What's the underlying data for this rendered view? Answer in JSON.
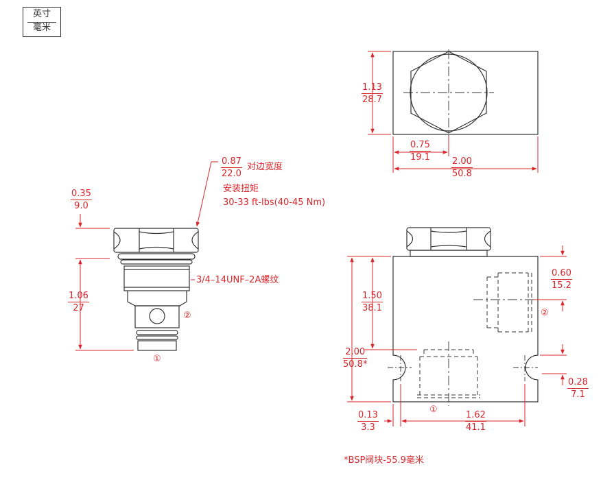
{
  "units": {
    "top": "英寸",
    "bottom": "毫米"
  },
  "labels": {
    "hex_width": {
      "inch": "0.87",
      "mm": "22.0",
      "text": "对边宽度"
    },
    "torque_title": "安装扭矩",
    "torque_value": "30-33 ft-lbs(40-45 Nm)",
    "hex_height": {
      "inch": "0.35",
      "mm": "9.0"
    },
    "body_length": {
      "inch": "1.06",
      "mm": "27"
    },
    "thread": "3/4–14UNF–2A螺纹",
    "port1": "①",
    "port2": "②",
    "block_depth": {
      "inch": "1.13",
      "mm": "28.7"
    },
    "block_half_width": {
      "inch": "0.75",
      "mm": "19.1"
    },
    "block_width": {
      "inch": "2.00",
      "mm": "50.8"
    },
    "block_cav_depth": {
      "inch": "1.50",
      "mm": "38.1"
    },
    "block_height": {
      "inch": "2.00",
      "mm": "50.8*"
    },
    "port2_offset": {
      "inch": "0.60",
      "mm": "15.2"
    },
    "mount_offset": {
      "inch": "0.28",
      "mm": "7.1"
    },
    "edge_offset": {
      "inch": "0.13",
      "mm": "3.3"
    },
    "mount_spacing": {
      "inch": "1.62",
      "mm": "41.1"
    },
    "block_port1": "①",
    "block_port2": "②",
    "footnote": "*BSP阀块-55.9毫米"
  },
  "colors": {
    "outline": "#333333",
    "dimension": "#d8262b"
  }
}
